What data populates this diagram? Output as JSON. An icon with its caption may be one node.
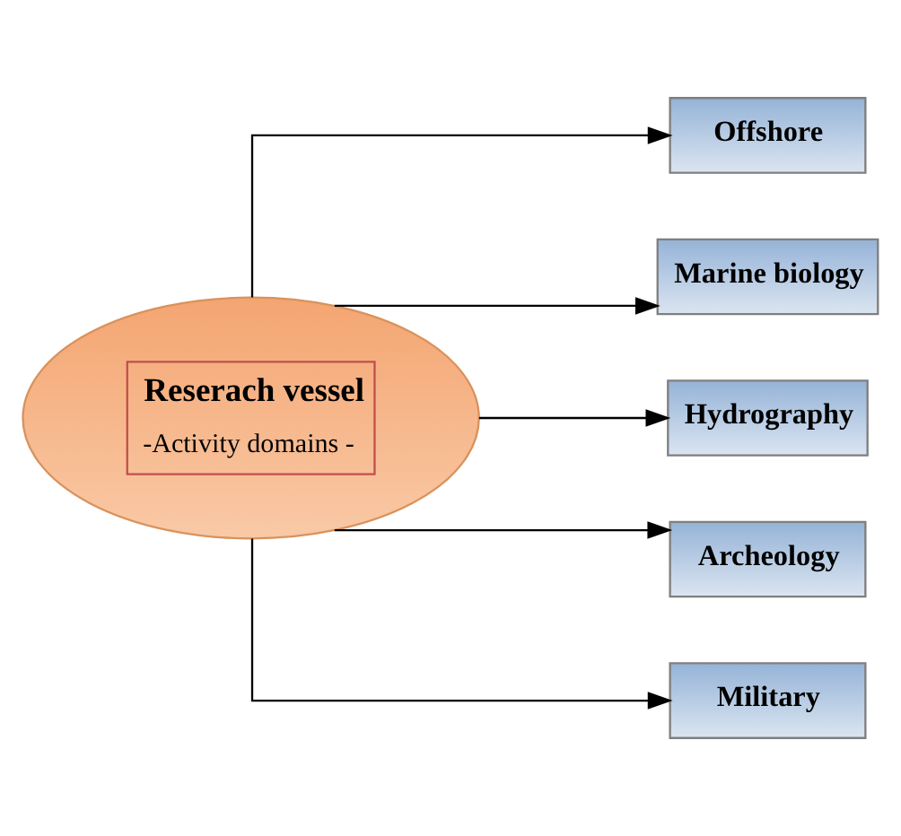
{
  "diagram": {
    "nodes": [
      {
        "text": [
          "Reserach vessel",
          "-Activity domains -"
        ]
      },
      {
        "text": [
          "Offshore"
        ]
      },
      {
        "text": [
          "Marine biology"
        ]
      },
      {
        "text": [
          "Hydrography"
        ]
      },
      {
        "text": [
          "Archeology"
        ]
      },
      {
        "text": [
          "Military"
        ]
      }
    ],
    "edges": [
      {
        "from": 0,
        "to": 1,
        "arrow": "to"
      },
      {
        "from": 0,
        "to": 2,
        "arrow": "to"
      },
      {
        "from": 0,
        "to": 3,
        "arrow": "to"
      },
      {
        "from": 0,
        "to": 4,
        "arrow": "to"
      },
      {
        "from": 0,
        "to": 5,
        "arrow": "to"
      }
    ]
  }
}
